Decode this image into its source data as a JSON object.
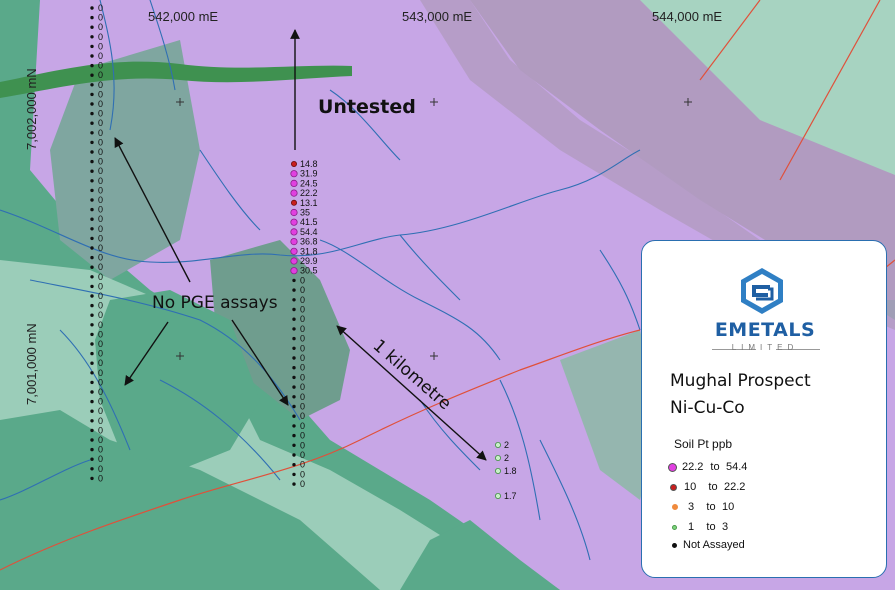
{
  "coords": {
    "e542": "542,000 mE",
    "e543": "543,000 mE",
    "e544": "544,000 mE",
    "n7002": "7,002,000 mN",
    "n7001": "7,001,000 mN"
  },
  "callouts": {
    "untested": "Untested",
    "no_pge": "No PGE assays",
    "kilometre": "1 kilometre"
  },
  "samples": {
    "line_left_values": [
      "0",
      "0",
      "0",
      "0",
      "0",
      "0",
      "0",
      "0",
      "0",
      "0",
      "0",
      "0",
      "0",
      "0",
      "0",
      "0",
      "0",
      "0",
      "0",
      "0",
      "0",
      "0",
      "0",
      "0",
      "0",
      "0",
      "0",
      "0",
      "0",
      "0",
      "0",
      "0",
      "0",
      "0",
      "0",
      "0",
      "0",
      "0",
      "0",
      "0",
      "0",
      "0",
      "0",
      "0",
      "0",
      "0",
      "0",
      "0",
      "0",
      "0"
    ],
    "line_mid_values": [
      "14.8",
      "31.9",
      "24.5",
      "22.2",
      "13.1",
      "35",
      "41.5",
      "54.4",
      "36.8",
      "31.8",
      "29.9",
      "30.5",
      "0",
      "0",
      "0",
      "0",
      "0",
      "0",
      "0",
      "0",
      "0",
      "0",
      "0",
      "0",
      "0",
      "0",
      "0",
      "0",
      "0",
      "0",
      "0",
      "0",
      "0",
      "0"
    ],
    "line_east_values": [
      "2",
      "2",
      "1.8",
      "1.7"
    ]
  },
  "legend": {
    "brand": "EMETALS",
    "brand_sub": "LIMITED",
    "title": "Mughal Prospect",
    "subtitle": "Ni-Cu-Co",
    "heading": "Soil Pt ppb",
    "classes": [
      {
        "from": "22.2",
        "to": "54.4",
        "color": "#e040e0"
      },
      {
        "from": "10",
        "to": "22.2",
        "color": "#c81e1e"
      },
      {
        "from": "3",
        "to": "10",
        "color": "#f08a3c"
      },
      {
        "from": "1",
        "to": "3",
        "color": "#7ed67e"
      }
    ],
    "not_assayed": "Not Assayed",
    "to_word": "to"
  },
  "colors": {
    "green_dark": "#5aa98a",
    "green_light": "#a7d3c1",
    "purple": "#c7a6e6",
    "mauve": "#b19bc0",
    "teal_gray": "#7fa6a0",
    "creek": "#2f6fb3",
    "road": "#e0503a",
    "dike": "#3f9150",
    "brand": "#1f5fa3"
  }
}
